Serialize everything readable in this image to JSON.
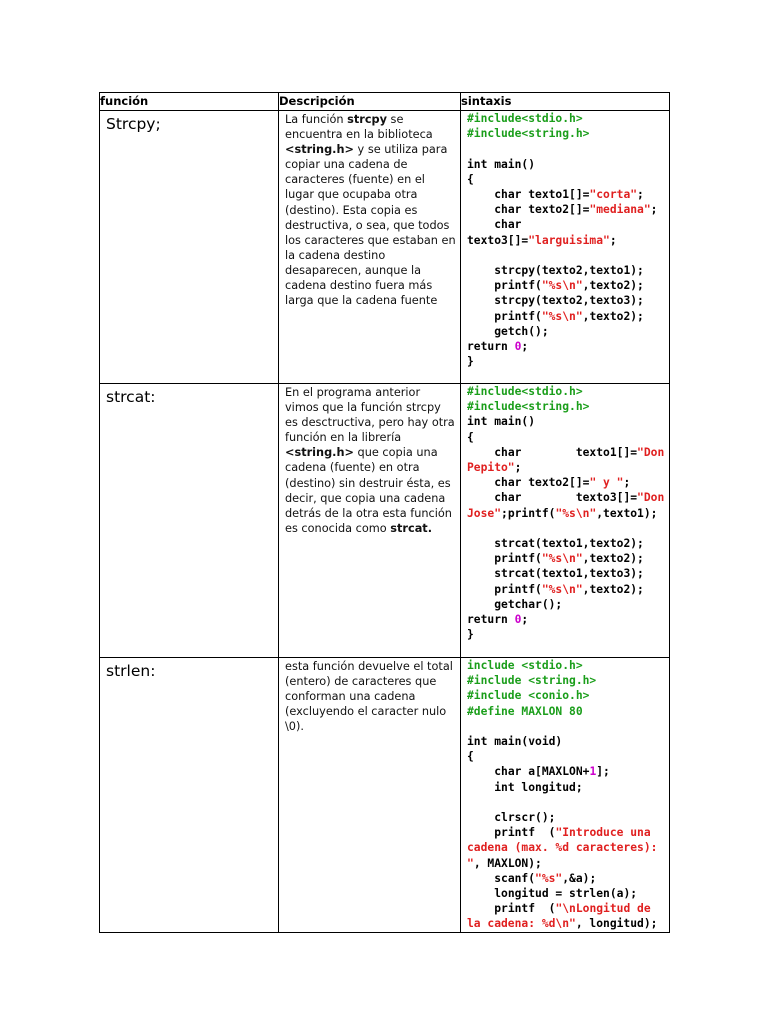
{
  "headers": {
    "funcion": "función",
    "descripcion": "Descripción",
    "sintaxis": "sintaxis"
  },
  "rows": [
    {
      "name": "Strcpy;",
      "desc_parts": [
        " La función ",
        "strcpy",
        " se encuentra en la biblioteca ",
        "<string.h>",
        " y se utiliza para copiar una cadena de caracteres (fuente) en el lugar que ocupaba otra (destino). Esta copia es destructiva, o sea, que todos los caracteres que estaban en la cadena destino desaparecen, aunque la cadena destino fuera más larga que la cadena fuente"
      ],
      "code": [
        [
          [
            "g",
            "#include<stdio.h>"
          ]
        ],
        [
          [
            "g",
            "#include<string.h>"
          ]
        ],
        [],
        [
          [
            "k",
            "int main()"
          ]
        ],
        [
          [
            "k",
            "{"
          ]
        ],
        [
          [
            "k",
            "    char texto1[]="
          ],
          [
            "r",
            "\"corta\""
          ],
          [
            "k",
            ";"
          ]
        ],
        [
          [
            "k",
            "    char texto2[]="
          ],
          [
            "r",
            "\"mediana\""
          ],
          [
            "k",
            ";"
          ]
        ],
        [
          [
            "k",
            "    char"
          ]
        ],
        [
          [
            "k",
            "texto3[]="
          ],
          [
            "r",
            "\"larguisima\""
          ],
          [
            "k",
            ";"
          ]
        ],
        [],
        [
          [
            "k",
            "    strcpy(texto2,texto1);"
          ]
        ],
        [
          [
            "k",
            "    printf("
          ],
          [
            "r",
            "\"%s\\n\""
          ],
          [
            "k",
            ",texto2);"
          ]
        ],
        [
          [
            "k",
            "    strcpy(texto2,texto3);"
          ]
        ],
        [
          [
            "k",
            "    printf("
          ],
          [
            "r",
            "\"%s\\n\""
          ],
          [
            "k",
            ",texto2);"
          ]
        ],
        [
          [
            "k",
            "    getch();"
          ]
        ],
        [
          [
            "k",
            "return "
          ],
          [
            "m",
            "0"
          ],
          [
            "k",
            ";"
          ]
        ],
        [
          [
            "k",
            "}"
          ]
        ]
      ]
    },
    {
      "name": "strcat:",
      "desc_parts": [
        "En el programa anterior vimos que la función strcpy es desctructiva, pero hay otra función en la librería ",
        "<string.h>",
        " que copia una cadena (fuente) en otra (destino) sin destruir ésta, es decir, que copia una cadena detrás de la otra esta función es conocida como ",
        "strcat."
      ],
      "code": [
        [
          [
            "g",
            "#include<stdio.h>"
          ]
        ],
        [
          [
            "g",
            "#include<string.h>"
          ]
        ],
        [
          [
            "k",
            "int main()"
          ]
        ],
        [
          [
            "k",
            "{"
          ]
        ],
        [
          [
            "k",
            "    char        texto1[]="
          ],
          [
            "r",
            "\"Don"
          ]
        ],
        [
          [
            "r",
            "Pepito\""
          ],
          [
            "k",
            ";"
          ]
        ],
        [
          [
            "k",
            "    char texto2[]="
          ],
          [
            "r",
            "\" y \""
          ],
          [
            "k",
            ";"
          ]
        ],
        [
          [
            "k",
            "    char        texto3[]="
          ],
          [
            "r",
            "\"Don"
          ]
        ],
        [
          [
            "r",
            "Jose\""
          ],
          [
            "k",
            ";printf("
          ],
          [
            "r",
            "\"%s\\n\""
          ],
          [
            "k",
            ",texto1);"
          ]
        ],
        [],
        [
          [
            "k",
            "    strcat(texto1,texto2);"
          ]
        ],
        [
          [
            "k",
            "    printf("
          ],
          [
            "r",
            "\"%s\\n\""
          ],
          [
            "k",
            ",texto2);"
          ]
        ],
        [
          [
            "k",
            "    strcat(texto1,texto3);"
          ]
        ],
        [
          [
            "k",
            "    printf("
          ],
          [
            "r",
            "\"%s\\n\""
          ],
          [
            "k",
            ",texto2);"
          ]
        ],
        [
          [
            "k",
            "    getchar();"
          ]
        ],
        [
          [
            "k",
            "return "
          ],
          [
            "m",
            "0"
          ],
          [
            "k",
            ";"
          ]
        ],
        [
          [
            "k",
            "}"
          ]
        ]
      ]
    },
    {
      "name": "strlen:",
      "desc_parts": [
        "esta función devuelve el total (entero) de caracteres que conforman una cadena (excluyendo el caracter nulo \\0)."
      ],
      "code": [
        [
          [
            "g",
            "include <stdio.h>"
          ]
        ],
        [
          [
            "g",
            "#include <string.h>"
          ]
        ],
        [
          [
            "g",
            "#include <conio.h>"
          ]
        ],
        [
          [
            "g",
            "#define MAXLON 80"
          ]
        ],
        [],
        [
          [
            "k",
            "int main(void)"
          ]
        ],
        [
          [
            "k",
            "{"
          ]
        ],
        [
          [
            "k",
            "    char a[MAXLON+"
          ],
          [
            "m",
            "1"
          ],
          [
            "k",
            "];"
          ]
        ],
        [
          [
            "k",
            "    int longitud;"
          ]
        ],
        [],
        [
          [
            "k",
            "    clrscr();"
          ]
        ],
        [
          [
            "k",
            "    printf  ("
          ],
          [
            "r",
            "\"Introduce una"
          ]
        ],
        [
          [
            "r",
            "cadena (max. %d caracteres):"
          ]
        ],
        [
          [
            "r",
            "\""
          ],
          [
            "k",
            ", MAXLON);"
          ]
        ],
        [
          [
            "k",
            "    scanf("
          ],
          [
            "r",
            "\"%s\""
          ],
          [
            "k",
            ",&a);"
          ]
        ],
        [
          [
            "k",
            "    longitud = strlen(a);"
          ]
        ],
        [
          [
            "k",
            "    printf  ("
          ],
          [
            "r",
            "\"\\nLongitud de"
          ]
        ],
        [
          [
            "r",
            "la cadena: %d\\n\""
          ],
          [
            "k",
            ", longitud);"
          ]
        ]
      ]
    }
  ]
}
